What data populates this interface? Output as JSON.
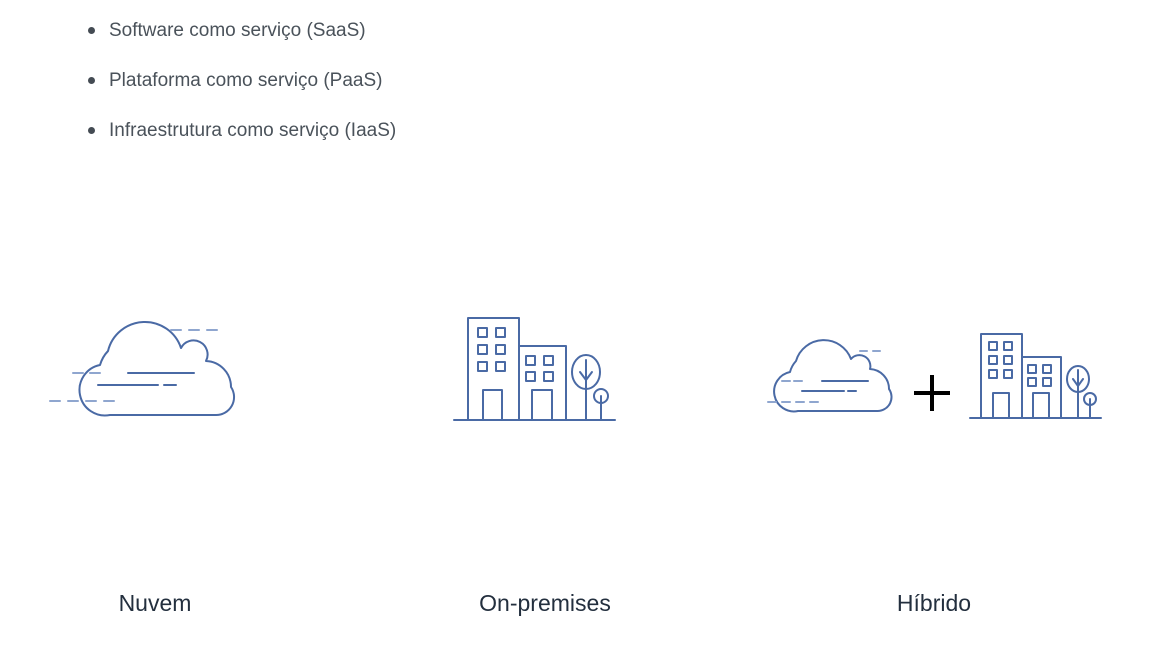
{
  "service_models": [
    {
      "label": "Software como serviço (SaaS)"
    },
    {
      "label": "Plataforma como serviço (PaaS)"
    },
    {
      "label": "Infraestrutura como serviço (IaaS)"
    }
  ],
  "deployment_models": [
    {
      "caption": "Nuvem",
      "icon": "cloud-icon"
    },
    {
      "caption": "On-premises",
      "icon": "buildings-icon"
    },
    {
      "caption": "Híbrido",
      "icon": "cloud-plus-buildings-icon"
    }
  ],
  "colors": {
    "illustration_stroke": "#4a6aa5",
    "illustration_dash": "#8fa6cf",
    "plus_sign": "#000000",
    "caption_text": "#232f3e",
    "body_text": "#4a525a"
  }
}
